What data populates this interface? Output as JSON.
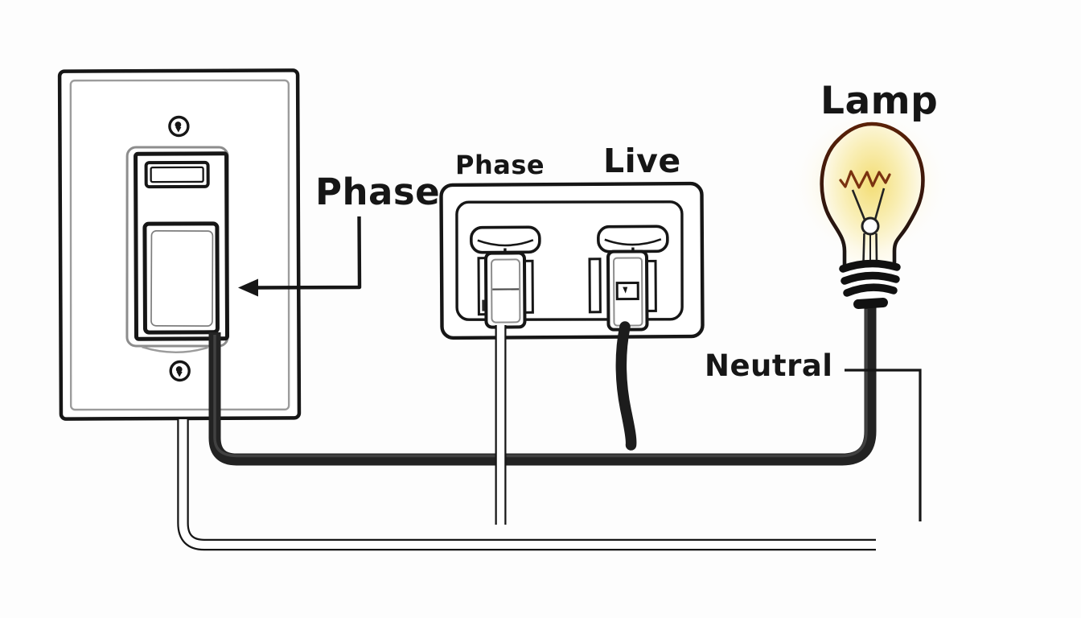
{
  "labels": {
    "switch_phase": "Phase",
    "outlet_phase": "Phase",
    "outlet_live": "Live",
    "lamp": "Lamp",
    "neutral": "Neutral"
  },
  "components": [
    "light-switch",
    "duplex-outlet",
    "phase-plug",
    "live-plug",
    "light-bulb",
    "phase-wire",
    "neutral-wire",
    "phase-arrow"
  ],
  "colors": {
    "ink": "#161616",
    "wire_dark": "#232323",
    "wire_core": "#454545",
    "plate_gray": "#9c9c9c",
    "inner_gray": "#8d8d8d",
    "glow_center": "#f3dd75",
    "glow_mid": "#f9eeb4",
    "glow_edge": "#fdf9e8",
    "bulb_outline_top": "#5a2108",
    "bulb_outline_mid": "#3a170b",
    "bulb_outline_bottom": "#161616",
    "filament": "#7a3210"
  }
}
